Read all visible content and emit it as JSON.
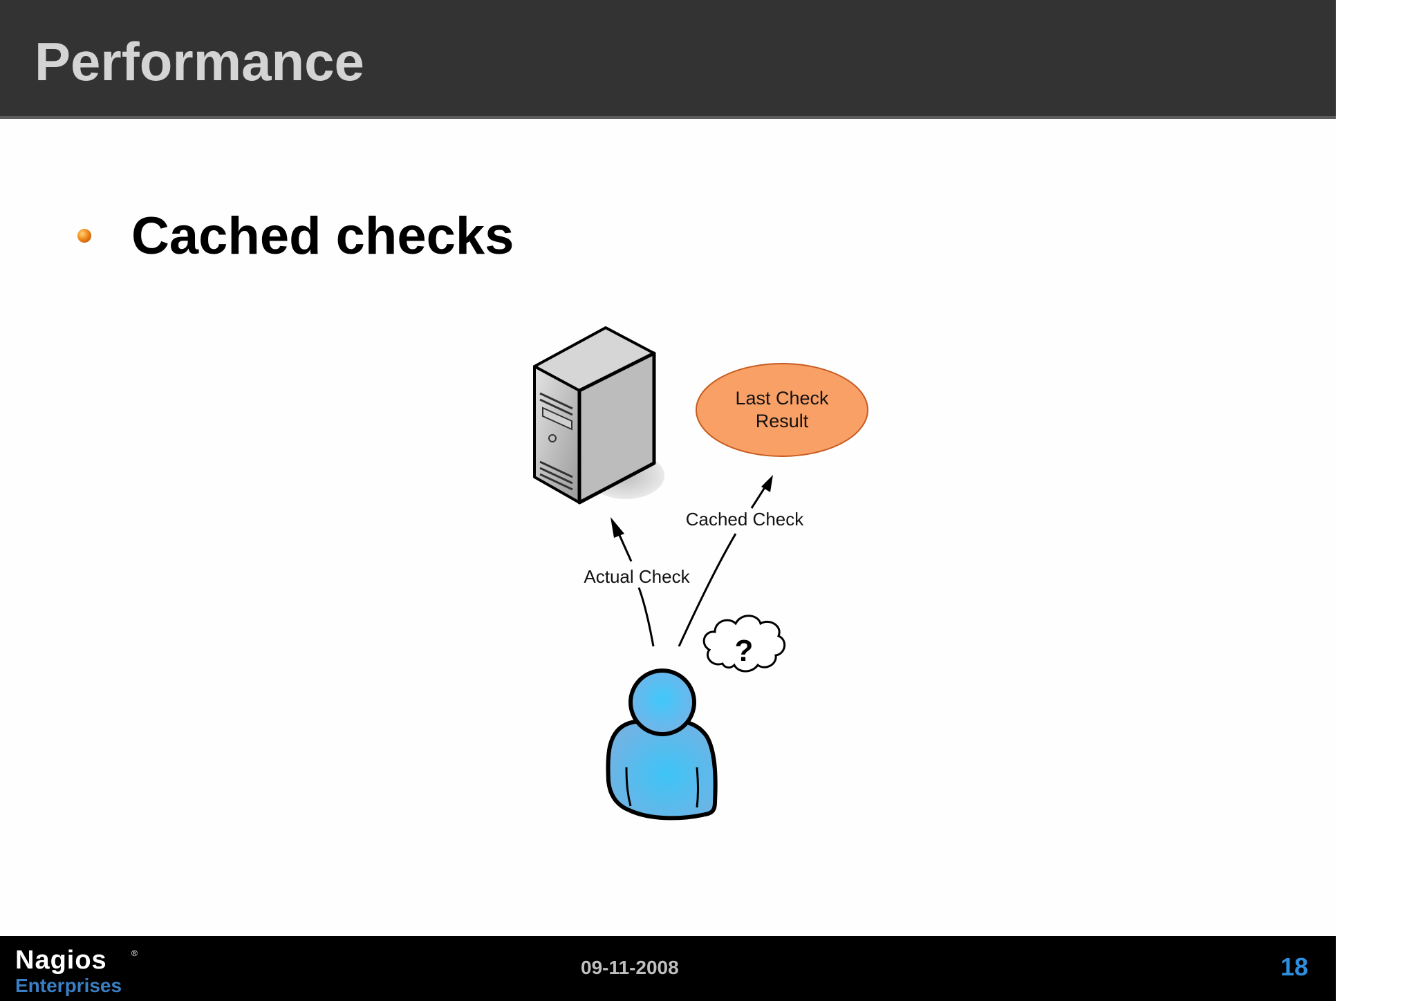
{
  "header": {
    "title": "Performance"
  },
  "content": {
    "bullet": "Cached checks"
  },
  "diagram": {
    "ellipse_label_line1": "Last Check",
    "ellipse_label_line2": "Result",
    "arrow_actual_label": "Actual Check",
    "arrow_cached_label": "Cached Check",
    "thought_symbol": "?",
    "colors": {
      "ellipse_fill": "#f9a066",
      "person_fill": "#6cb7ec",
      "server_fill": "#c0c0c0"
    }
  },
  "footer": {
    "logo_main": "Nagios",
    "logo_reg": "®",
    "logo_sub": "Enterprises",
    "date": "09-11-2008",
    "page_number": "18"
  }
}
